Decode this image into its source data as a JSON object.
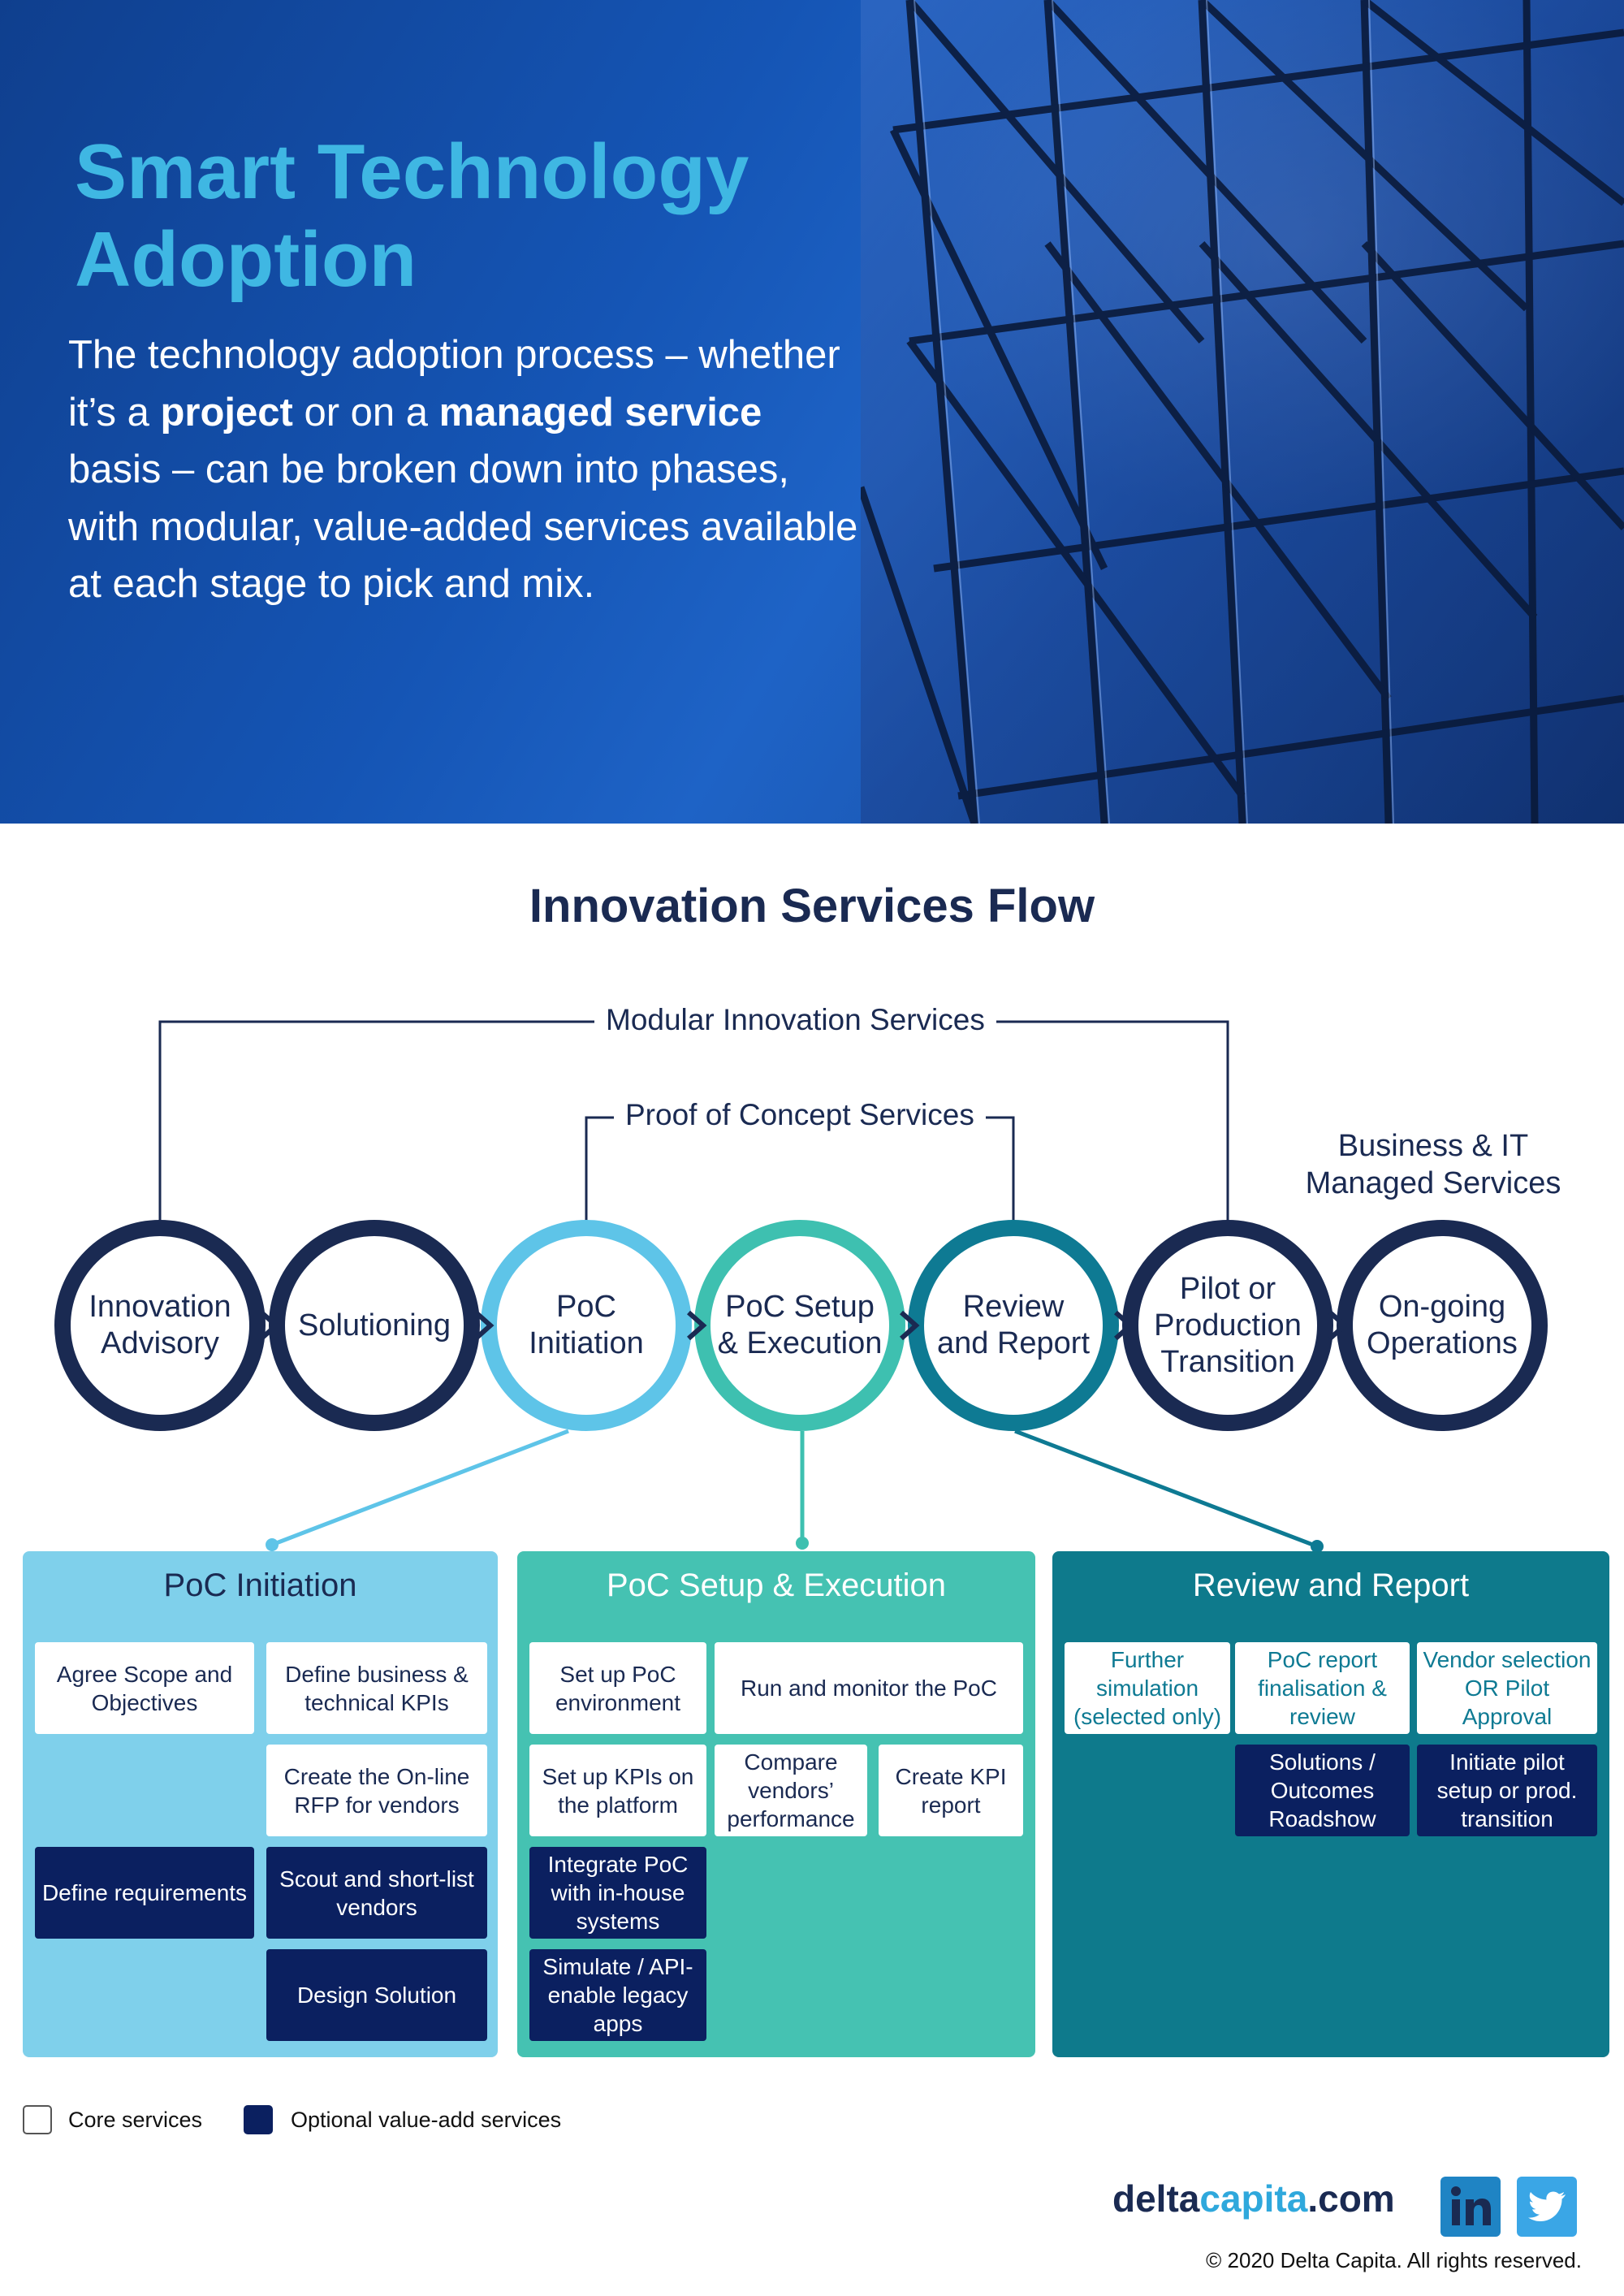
{
  "hero": {
    "title_line1": "Smart  Technology",
    "title_line2": "Adoption",
    "body_1": "The technology adoption process – whether it’s a ",
    "body_bold_1": "project",
    "body_2": " or on a ",
    "body_bold_2": "managed service",
    "body_3": " basis – can be broken down into phases, with modular, value-added services available at each stage to pick and mix."
  },
  "flow": {
    "title": "Innovation Services Flow",
    "modular_label": "Modular Innovation Services",
    "poc_label": "Proof of Concept Services",
    "managed_label_line1": "Business & IT",
    "managed_label_line2": "Managed Services",
    "stages": [
      {
        "line1": "Innovation",
        "line2": "Advisory",
        "line3": "",
        "ring_color": "#1a2a52"
      },
      {
        "line1": "Solutioning",
        "line2": "",
        "line3": "",
        "ring_color": "#1a2a52"
      },
      {
        "line1": "PoC",
        "line2": "Initiation",
        "line3": "",
        "ring_color": "#5ec4e8"
      },
      {
        "line1": "PoC Setup",
        "line2": "& Execution",
        "line3": "",
        "ring_color": "#3ec0b0"
      },
      {
        "line1": "Review",
        "line2": "and Report",
        "line3": "",
        "ring_color": "#0e7a93"
      },
      {
        "line1": "Pilot or",
        "line2": "Production",
        "line3": "Transition",
        "ring_color": "#1a2a52"
      },
      {
        "line1": "On-going",
        "line2": "Operations",
        "line3": "",
        "ring_color": "#1a2a52"
      }
    ]
  },
  "panels": {
    "initiation": {
      "title": "PoC Initiation",
      "color": "#7fd0eb",
      "core": [
        "Agree Scope and Objectives",
        "Define business & technical KPIs",
        "Create the On-line RFP for vendors"
      ],
      "optional": [
        "Define requirements",
        "Scout and short-list vendors",
        "Design Solution"
      ]
    },
    "setup": {
      "title": "PoC Setup & Execution",
      "color": "#45c2b2",
      "core": [
        "Set up PoC environment",
        "Run and monitor the PoC",
        "Set up KPIs on the platform",
        "Compare vendors’ performance",
        "Create KPI report"
      ],
      "optional": [
        "Integrate PoC with in-house systems",
        "Simulate / API-enable legacy apps"
      ]
    },
    "review": {
      "title": "Review and Report",
      "color": "#0e7a8c",
      "core": [
        "Further simulation (selected only)",
        "PoC report finalisation & review",
        "Vendor selection OR Pilot Approval"
      ],
      "optional": [
        "Solutions / Outcomes Roadshow",
        "Initiate pilot setup or prod. transition"
      ]
    }
  },
  "legend": {
    "core": "Core services",
    "optional": "Optional value-add services"
  },
  "footer": {
    "brand_1": "delta",
    "brand_2": "capita",
    "brand_3": ".com",
    "copyright": "© 2020 Delta Capita. All rights reserved.",
    "icons": [
      "linkedin-icon",
      "twitter-icon"
    ]
  }
}
